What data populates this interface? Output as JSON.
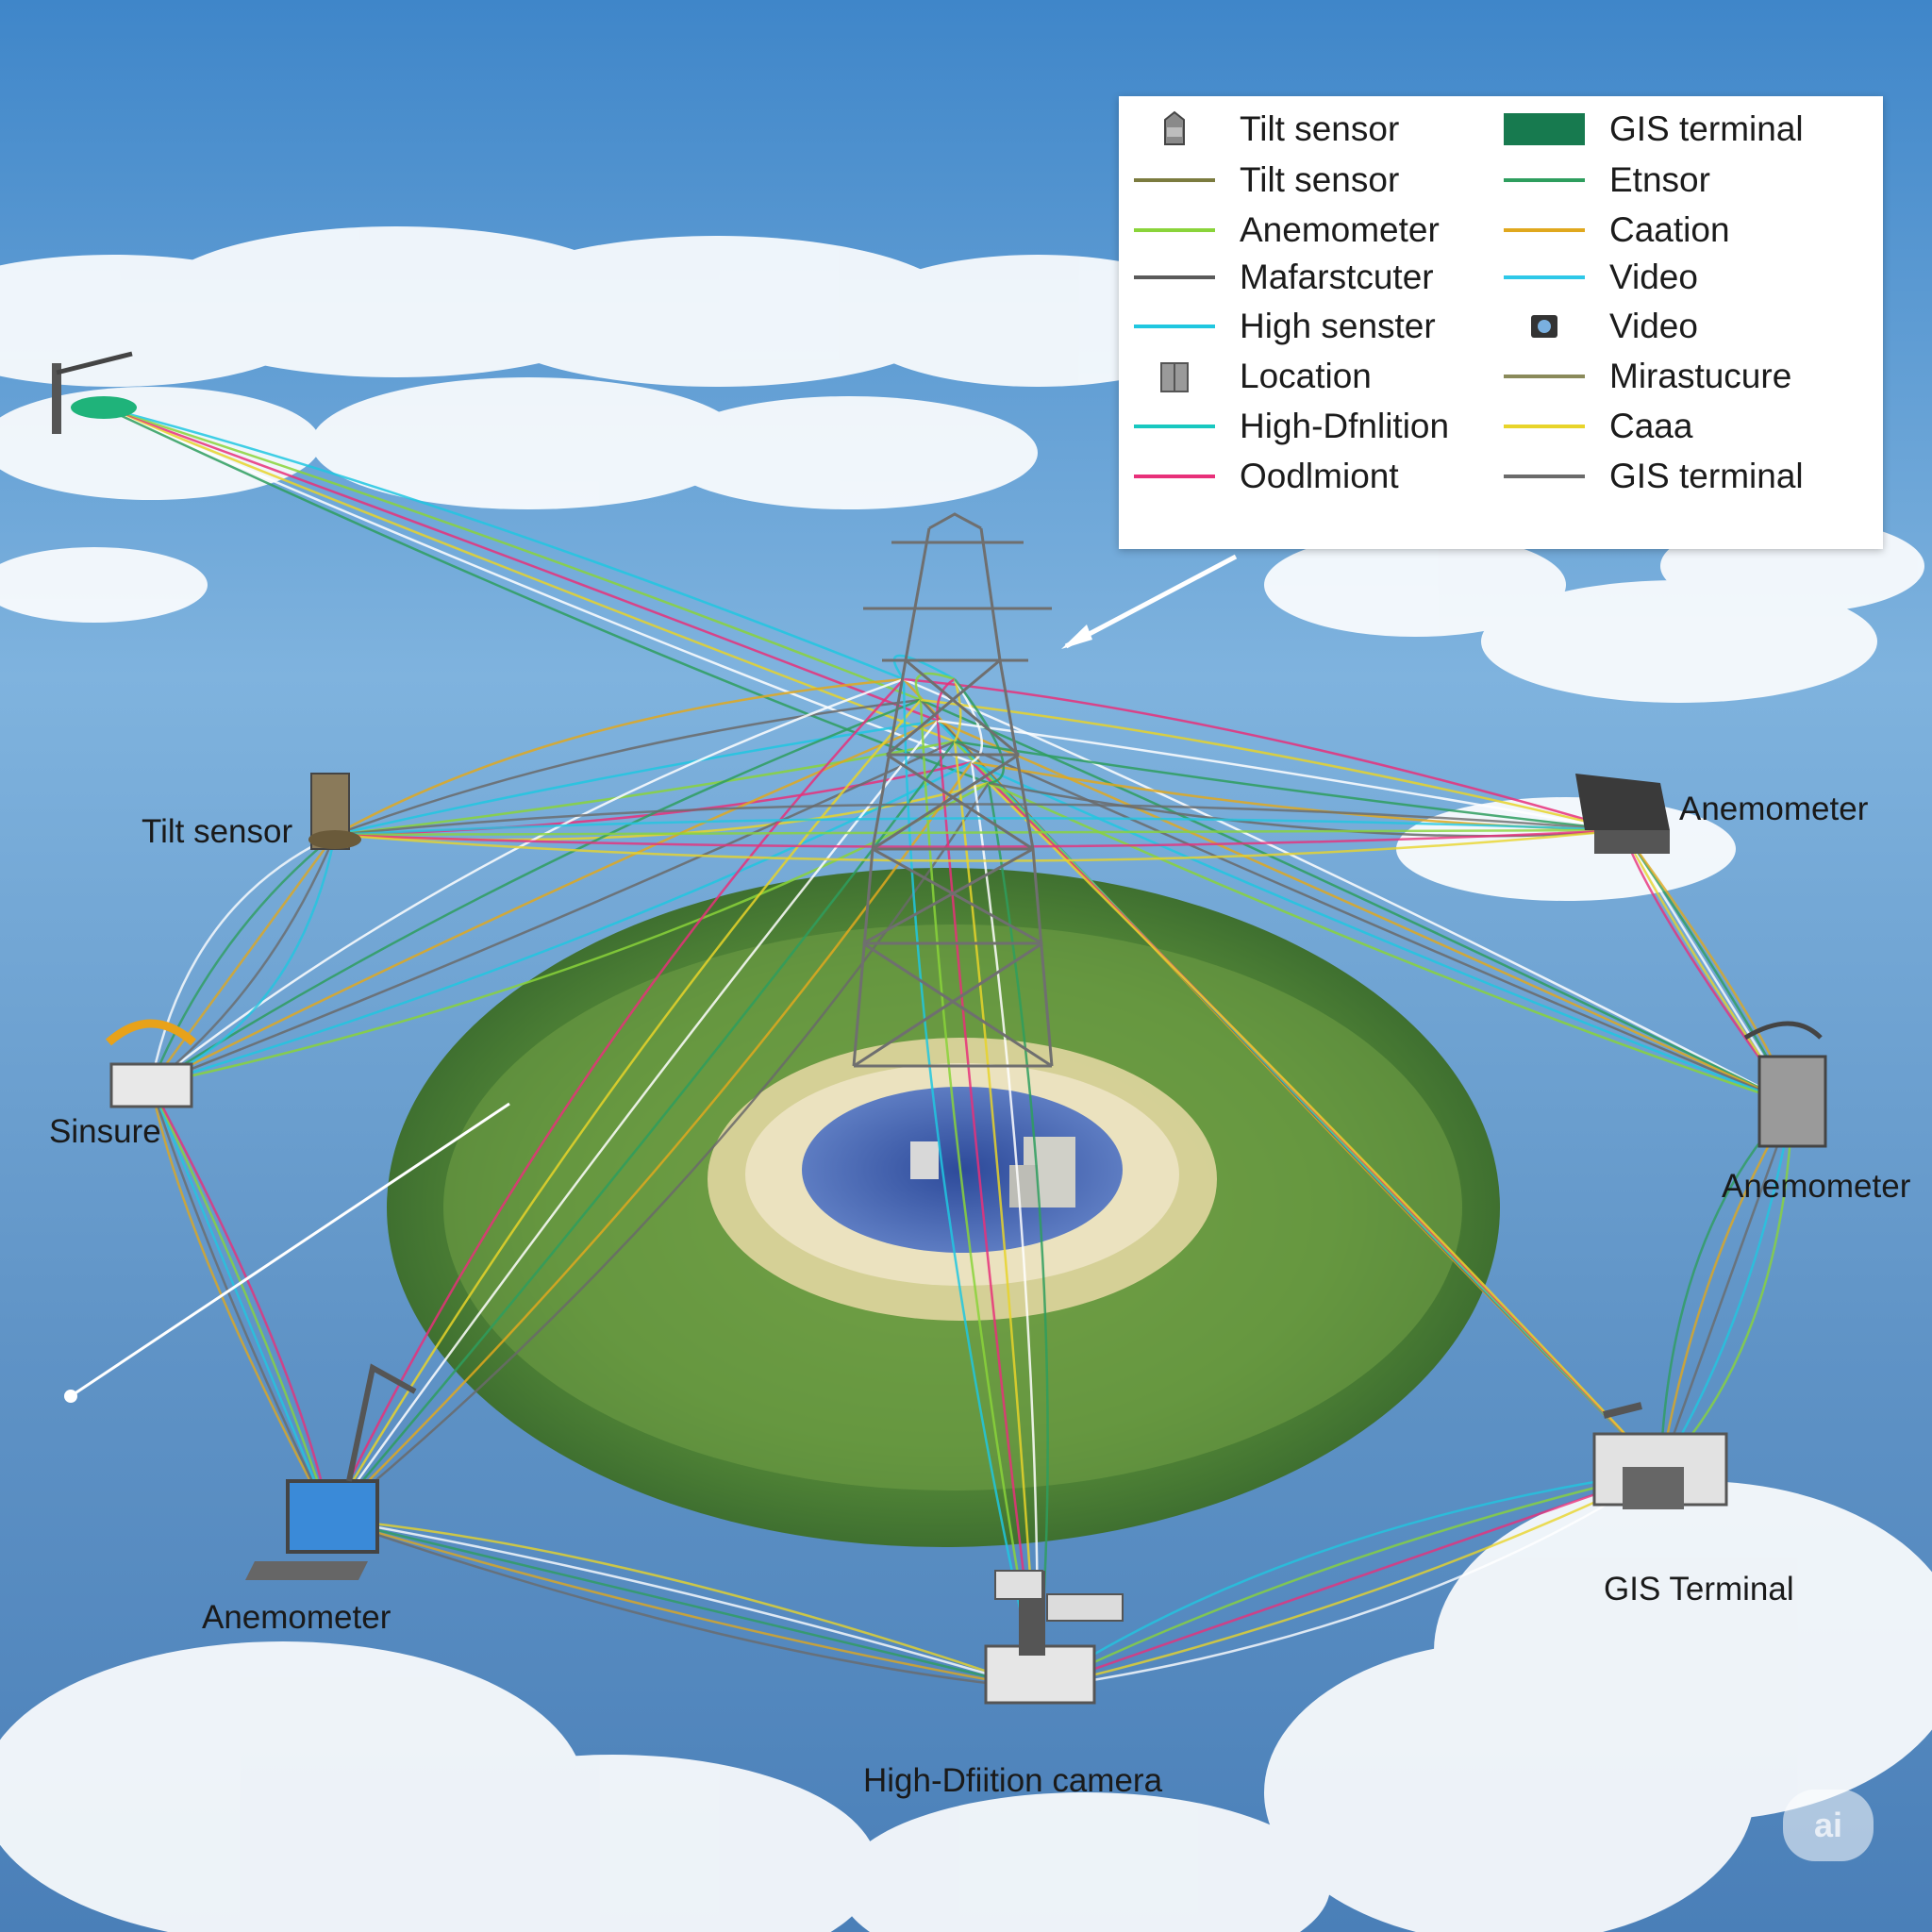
{
  "legend": {
    "left": [
      {
        "sym": "icon",
        "icon": "tilt-sensor-icon",
        "label": "Tilt sensor"
      },
      {
        "sym": "line",
        "color": "#7b7b3f",
        "label": "Tilt sensor"
      },
      {
        "sym": "line",
        "color": "#8ad43a",
        "label": "Anemometer"
      },
      {
        "sym": "line",
        "color": "#5a5a5a",
        "label": "Mafarstcuter"
      },
      {
        "sym": "line",
        "color": "#20c7e0",
        "label": "High senster"
      },
      {
        "sym": "icon",
        "icon": "location-icon",
        "label": "Location"
      },
      {
        "sym": "line",
        "color": "#18c8c0",
        "label": "High-Dfnlition"
      },
      {
        "sym": "line",
        "color": "#e8307a",
        "label": "Oodlmiont"
      }
    ],
    "right": [
      {
        "sym": "box",
        "color": "#177a4f",
        "label": "GIS terminal"
      },
      {
        "sym": "line",
        "color": "#2e9e5e",
        "label": "Etnsor"
      },
      {
        "sym": "line",
        "color": "#e0a81e",
        "label": "Caation"
      },
      {
        "sym": "line",
        "color": "#2ec8e8",
        "label": "Video"
      },
      {
        "sym": "icon",
        "icon": "video-camera-icon",
        "label": "Video"
      },
      {
        "sym": "line",
        "color": "#8a8a5a",
        "label": "Mirastucure"
      },
      {
        "sym": "line",
        "color": "#e8d42a",
        "label": "Caaa"
      },
      {
        "sym": "line",
        "color": "#6a6a6a",
        "label": "GIS terminal"
      }
    ]
  },
  "nodes": {
    "tilt_sensor": "Tilt sensor",
    "sinsure": "Sinsure",
    "anemometer_left": "Anemometer",
    "camera": "High-Dfiition camera",
    "gis_terminal": "GIS Terminal",
    "anemometer_right_lower": "Anemometer",
    "anemometer_right_upper": "Anemometer"
  },
  "link_colors": [
    "#20c7e0",
    "#8ad43a",
    "#e8307a",
    "#e8d42a",
    "#ffffff",
    "#2e9e5e",
    "#e0a81e",
    "#6a6a6a"
  ],
  "badge": "ai"
}
